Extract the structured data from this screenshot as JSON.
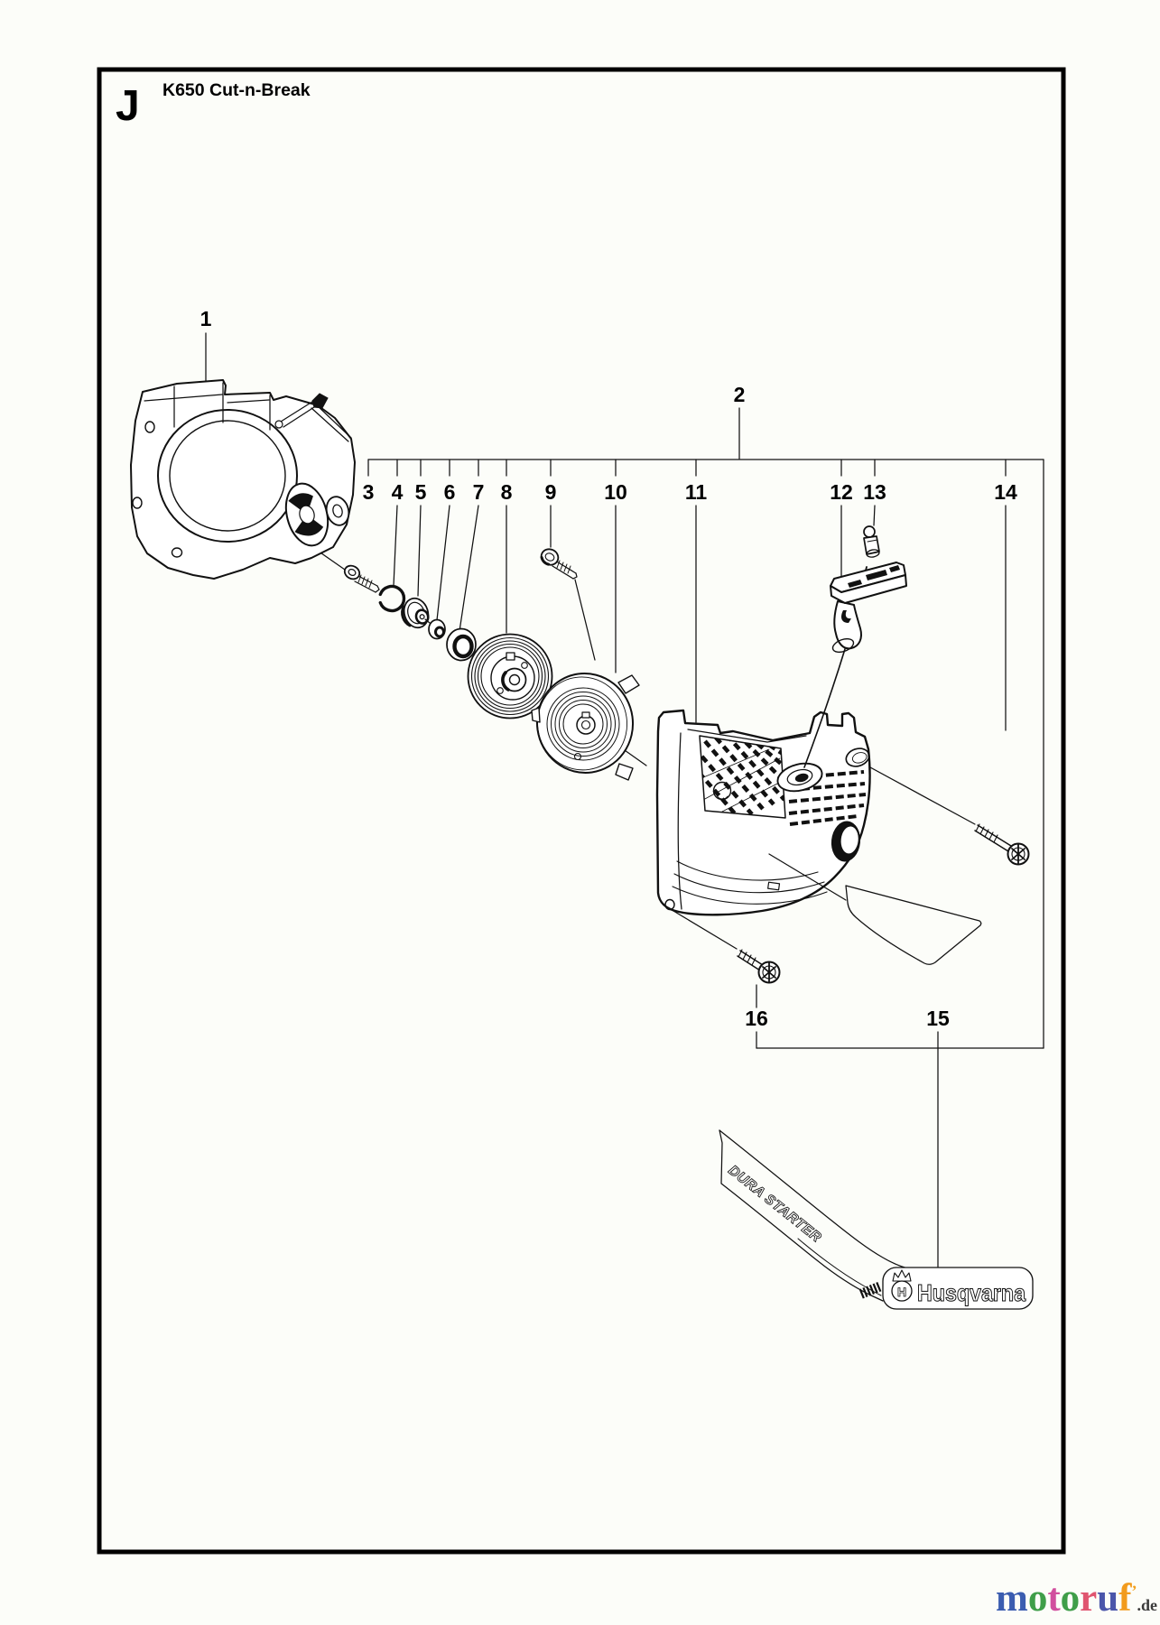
{
  "header": {
    "section_letter": "J",
    "title": "K650 Cut-n-Break"
  },
  "callouts": {
    "labels": [
      "1",
      "2",
      "3",
      "4",
      "5",
      "6",
      "7",
      "8",
      "9",
      "10",
      "11",
      "12",
      "13",
      "14",
      "15",
      "16"
    ]
  },
  "decal": {
    "name": "DURA STARTER",
    "brand": "Husqvarna"
  },
  "watermark": {
    "letters": [
      {
        "char": "m",
        "color": "#3b5db0"
      },
      {
        "char": "o",
        "color": "#3f9e49"
      },
      {
        "char": "t",
        "color": "#d14f9e"
      },
      {
        "char": "o",
        "color": "#3f9e49"
      },
      {
        "char": "r",
        "color": "#e05570"
      },
      {
        "char": "u",
        "color": "#4a55aa"
      },
      {
        "char": "f",
        "color": "#f29b1d"
      },
      {
        "char": "’",
        "color": "#f2a01d",
        "small": true
      }
    ],
    "suffix": ".de"
  },
  "colors": {
    "line": "#111111",
    "paper": "#fcfdf9"
  }
}
